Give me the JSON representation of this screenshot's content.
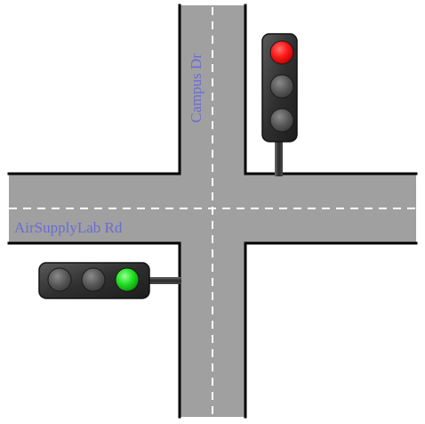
{
  "roads": {
    "vertical_name": "Campus Dr",
    "horizontal_name": "AirSupplyLab Rd"
  },
  "colors": {
    "road_fill": "#a0a0a0",
    "curb": "#000000",
    "lane_marking": "#ffffff",
    "label_text": "#6b6bd6",
    "signal_housing": "#2e2e2e",
    "lamp_off": "#4a4a4a",
    "lamp_red_on": "#ff1a1a",
    "lamp_green_on": "#22e022",
    "pole": "#3a3a3a"
  },
  "signals": {
    "vertical_signal": {
      "orientation": "vertical",
      "lamps": [
        "red",
        "yellow",
        "green"
      ],
      "active": "red"
    },
    "horizontal_signal": {
      "orientation": "horizontal",
      "lamps": [
        "red",
        "yellow",
        "green"
      ],
      "active": "green"
    }
  }
}
